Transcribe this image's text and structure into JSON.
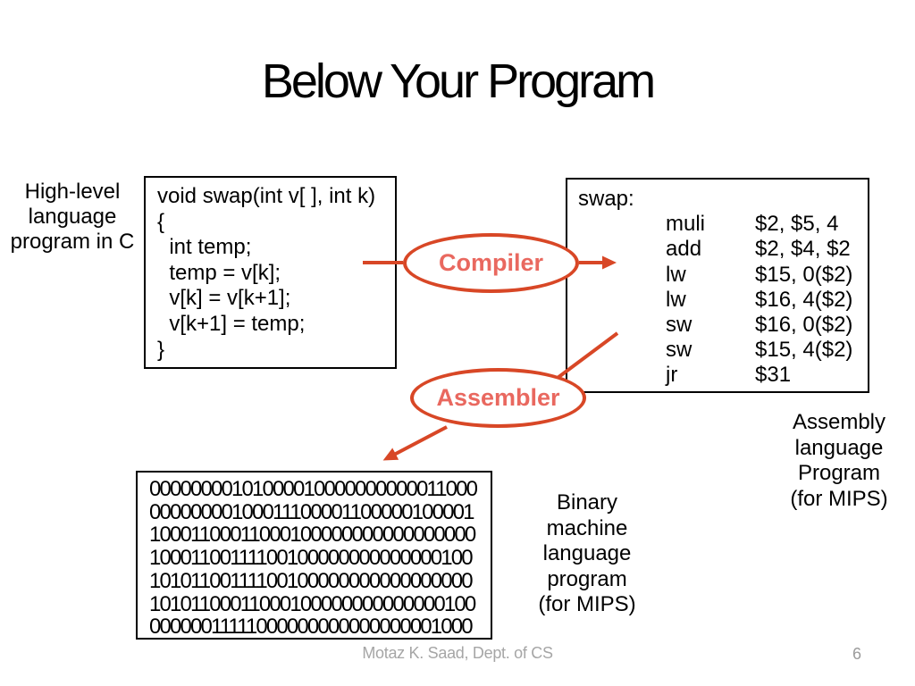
{
  "slide": {
    "title": "Below Your Program",
    "footer": {
      "author": "Motaz K. Saad, Dept. of CS",
      "page_number": "6"
    }
  },
  "left_label": {
    "line1": "High-level",
    "line2": "language",
    "line3": "program in C"
  },
  "c_box": {
    "lines": [
      "void swap(int v[ ], int k)",
      "{",
      "  int temp;",
      "  temp = v[k];",
      "  v[k] = v[k+1];",
      "  v[k+1] = temp;",
      "}"
    ]
  },
  "compiler": {
    "label": "Compiler"
  },
  "assembler": {
    "label": "Assembler"
  },
  "asm_box": {
    "label_line": "swap:",
    "rows": [
      {
        "mnemonic": "muli",
        "operands": "$2, $5, 4"
      },
      {
        "mnemonic": "add",
        "operands": "$2, $4, $2"
      },
      {
        "mnemonic": "lw",
        "operands": "$15, 0($2)"
      },
      {
        "mnemonic": "lw",
        "operands": "$16, 4($2)"
      },
      {
        "mnemonic": "sw",
        "operands": "$16, 0($2)"
      },
      {
        "mnemonic": "sw",
        "operands": "$15, 4($2)"
      },
      {
        "mnemonic": "jr",
        "operands": "$31"
      }
    ]
  },
  "asm_label": {
    "line1": "Assembly",
    "line2": "language",
    "line3": "Program",
    "line4": "(for MIPS)"
  },
  "binary_box": {
    "lines": [
      "00000000101000010000000000011000",
      "00000000100011100001100000100001",
      "10001100011000100000000000000000",
      "10001100111100100000000000000100",
      "10101100111100100000000000000000",
      "10101100011000100000000000000100",
      "00000011111000000000000000001000"
    ]
  },
  "binary_label": {
    "line1": "Binary",
    "line2": "machine",
    "line3": "language",
    "line4": "program",
    "line5": "(for MIPS)"
  },
  "colors": {
    "accent_stroke": "#D84726",
    "accent_text": "#E9685F",
    "footer_gray": "#A6A6A6"
  }
}
